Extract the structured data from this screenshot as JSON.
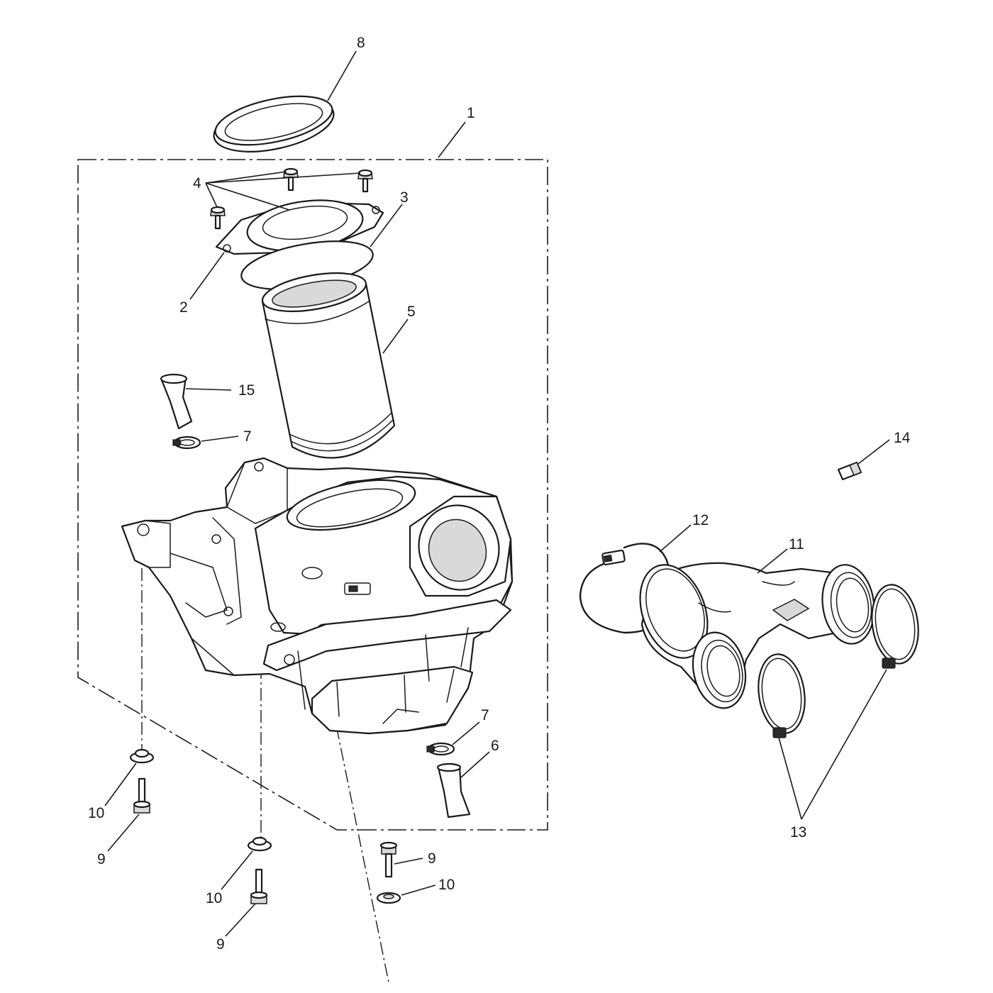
{
  "callouts": {
    "c1": "1",
    "c2": "2",
    "c3": "3",
    "c4": "4",
    "c5": "5",
    "c6": "6",
    "c7a": "7",
    "c7b": "7",
    "c8": "8",
    "c9a": "9",
    "c9b": "9",
    "c9c": "9",
    "c10a": "10",
    "c10b": "10",
    "c10c": "10",
    "c11": "11",
    "c12": "12",
    "c13": "13",
    "c14": "14",
    "c15": "15"
  },
  "colors": {
    "line": "#1a1a1a",
    "background": "#ffffff",
    "shade": "#d9d9d9"
  }
}
